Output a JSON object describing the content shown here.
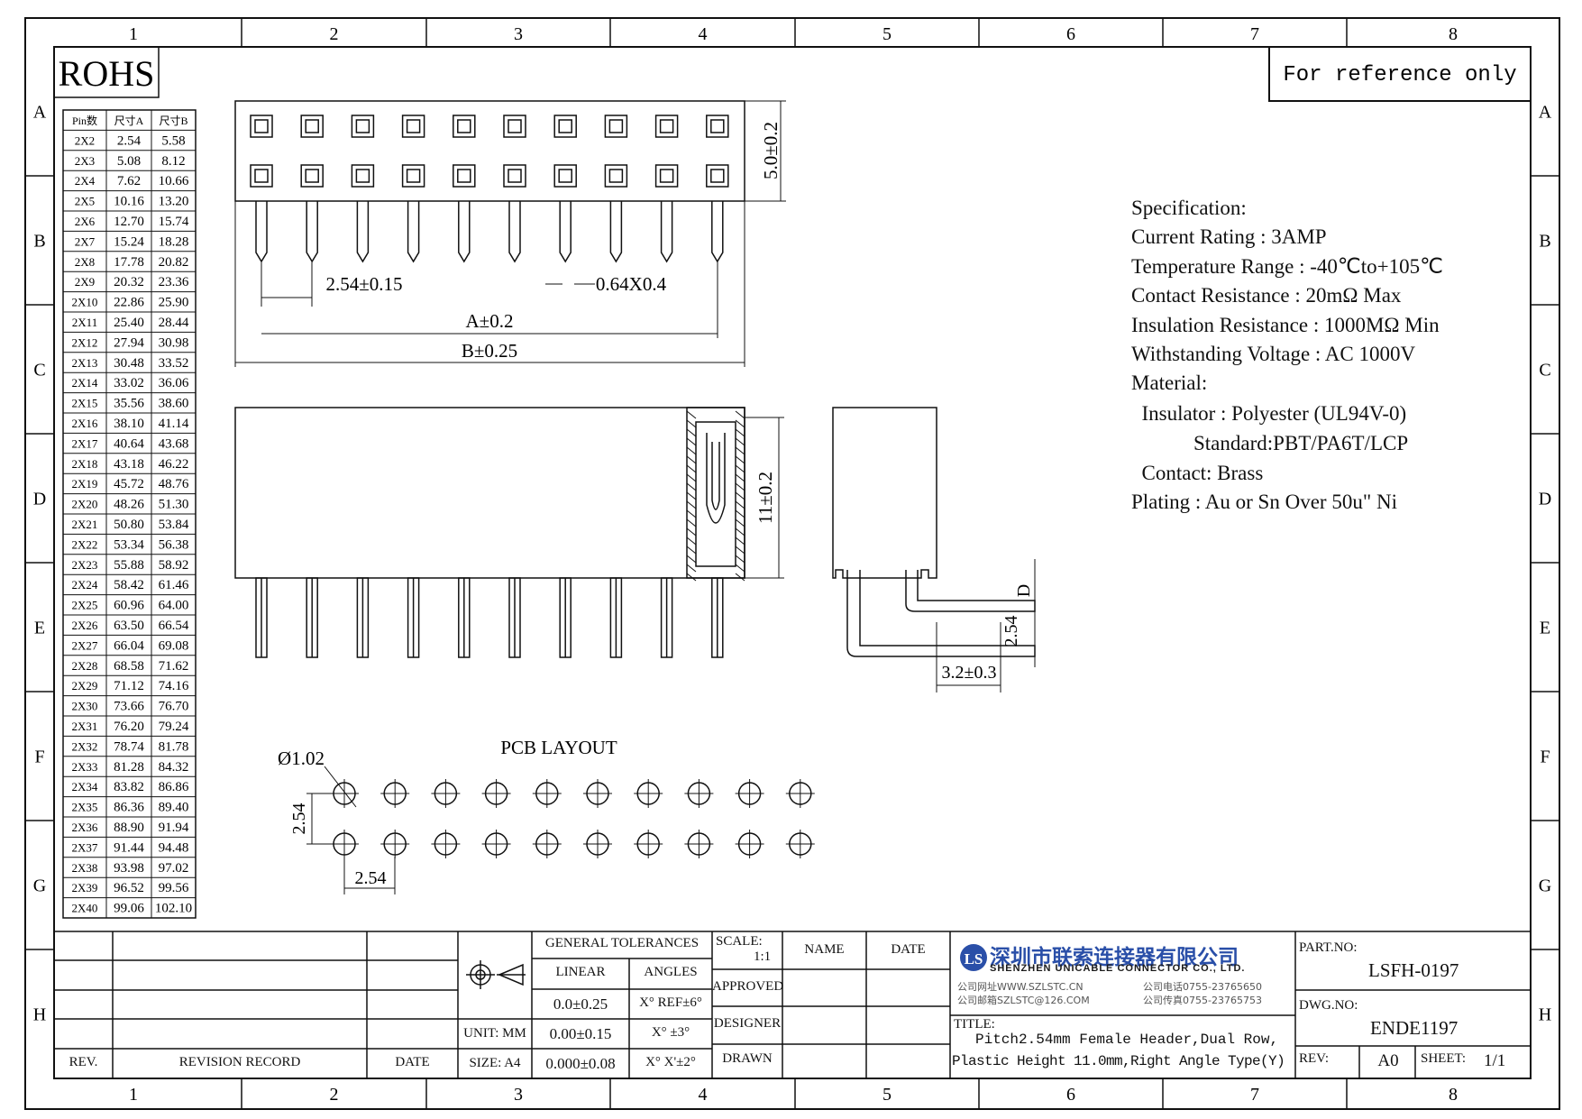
{
  "zones": {
    "columns": [
      "1",
      "2",
      "3",
      "4",
      "5",
      "6",
      "7",
      "8"
    ],
    "rows": [
      "A",
      "B",
      "C",
      "D",
      "E",
      "F",
      "G",
      "H"
    ]
  },
  "rohs": "ROHS",
  "reference_note": "For reference only",
  "size_table": {
    "headers": [
      "Pin数",
      "尺寸A",
      "尺寸B"
    ],
    "rows": [
      [
        "2X2",
        "2.54",
        "5.58"
      ],
      [
        "2X3",
        "5.08",
        "8.12"
      ],
      [
        "2X4",
        "7.62",
        "10.66"
      ],
      [
        "2X5",
        "10.16",
        "13.20"
      ],
      [
        "2X6",
        "12.70",
        "15.74"
      ],
      [
        "2X7",
        "15.24",
        "18.28"
      ],
      [
        "2X8",
        "17.78",
        "20.82"
      ],
      [
        "2X9",
        "20.32",
        "23.36"
      ],
      [
        "2X10",
        "22.86",
        "25.90"
      ],
      [
        "2X11",
        "25.40",
        "28.44"
      ],
      [
        "2X12",
        "27.94",
        "30.98"
      ],
      [
        "2X13",
        "30.48",
        "33.52"
      ],
      [
        "2X14",
        "33.02",
        "36.06"
      ],
      [
        "2X15",
        "35.56",
        "38.60"
      ],
      [
        "2X16",
        "38.10",
        "41.14"
      ],
      [
        "2X17",
        "40.64",
        "43.68"
      ],
      [
        "2X18",
        "43.18",
        "46.22"
      ],
      [
        "2X19",
        "45.72",
        "48.76"
      ],
      [
        "2X20",
        "48.26",
        "51.30"
      ],
      [
        "2X21",
        "50.80",
        "53.84"
      ],
      [
        "2X22",
        "53.34",
        "56.38"
      ],
      [
        "2X23",
        "55.88",
        "58.92"
      ],
      [
        "2X24",
        "58.42",
        "61.46"
      ],
      [
        "2X25",
        "60.96",
        "64.00"
      ],
      [
        "2X26",
        "63.50",
        "66.54"
      ],
      [
        "2X27",
        "66.04",
        "69.08"
      ],
      [
        "2X28",
        "68.58",
        "71.62"
      ],
      [
        "2X29",
        "71.12",
        "74.16"
      ],
      [
        "2X30",
        "73.66",
        "76.70"
      ],
      [
        "2X31",
        "76.20",
        "79.24"
      ],
      [
        "2X32",
        "78.74",
        "81.78"
      ],
      [
        "2X33",
        "81.28",
        "84.32"
      ],
      [
        "2X34",
        "83.82",
        "86.86"
      ],
      [
        "2X35",
        "86.36",
        "89.40"
      ],
      [
        "2X36",
        "88.90",
        "91.94"
      ],
      [
        "2X37",
        "91.44",
        "94.48"
      ],
      [
        "2X38",
        "93.98",
        "97.02"
      ],
      [
        "2X39",
        "96.52",
        "99.56"
      ],
      [
        "2X40",
        "99.06",
        "102.10"
      ]
    ]
  },
  "dimensions": {
    "height_top": "5.0±0.2",
    "pitch": "2.54±0.15",
    "pin_size": "0.64X0.4",
    "dim_a": "A±0.2",
    "dim_b": "B±0.25",
    "height_side": "11±0.2",
    "dim_d": "D",
    "row_pitch": "2.54",
    "offset": "3.2±0.3"
  },
  "pcb_layout": {
    "title": "PCB LAYOUT",
    "hole_dia": "Ø1.02",
    "row_pitch": "2.54",
    "col_pitch": "2.54"
  },
  "specification": {
    "lines": [
      "Specification:",
      "Current Rating : 3AMP",
      "Temperature Range : -40℃to+105℃",
      "Contact Resistance : 20mΩ Max",
      "Insulation Resistance : 1000MΩ Min",
      "Withstanding Voltage : AC 1000V",
      "Material:",
      "  Insulator : Polyester (UL94V-0)",
      "            Standard:PBT/PA6T/LCP",
      "  Contact: Brass",
      "Plating : Au or Sn Over 50u\" Ni"
    ]
  },
  "title_block": {
    "general_tolerances": "GENERAL TOLERANCES",
    "linear": "LINEAR",
    "angles": "ANGLES",
    "tol_rows": [
      {
        "linear": "0.0±0.25",
        "angle": "X° REF±6°"
      },
      {
        "linear": "0.00±0.15",
        "angle": "X° ±3°"
      },
      {
        "linear": "0.000±0.08",
        "angle": "X° X'±2°"
      }
    ],
    "unit": "UNIT: MM",
    "size": "SIZE: A4",
    "scale_label": "SCALE:",
    "scale_value": "1:1",
    "name": "NAME",
    "date_col": "DATE",
    "approved": "APPROVED",
    "designer": "DESIGNER",
    "drawn": "DRAWN",
    "rev_label": "REV.",
    "revision_record": "REVISION RECORD",
    "rev_date": "DATE",
    "company_cn": "深圳市联索连接器有限公司",
    "company_en": "SHENZHEN UNICABLE CONNECTOR CO., LTD.",
    "web": "公司网址WWW.SZLSTC.CN",
    "mail": "公司邮箱SZLSTC@126.COM",
    "tel": "公司电话0755-23765650",
    "fax": "公司传真0755-23765753",
    "title_label": "TITLE:",
    "title_line1": "Pitch2.54mm Female Header,Dual Row,",
    "title_line2": "Plastic Height 11.0mm,Right Angle Type(Y)",
    "part_no_label": "PART.NO:",
    "part_no": "LSFH-0197",
    "dwg_no_label": "DWG.NO:",
    "dwg_no": "ENDE1197",
    "rev_small": "REV:",
    "rev_value": "A0",
    "sheet_label": "SHEET:",
    "sheet_value": "1/1"
  }
}
